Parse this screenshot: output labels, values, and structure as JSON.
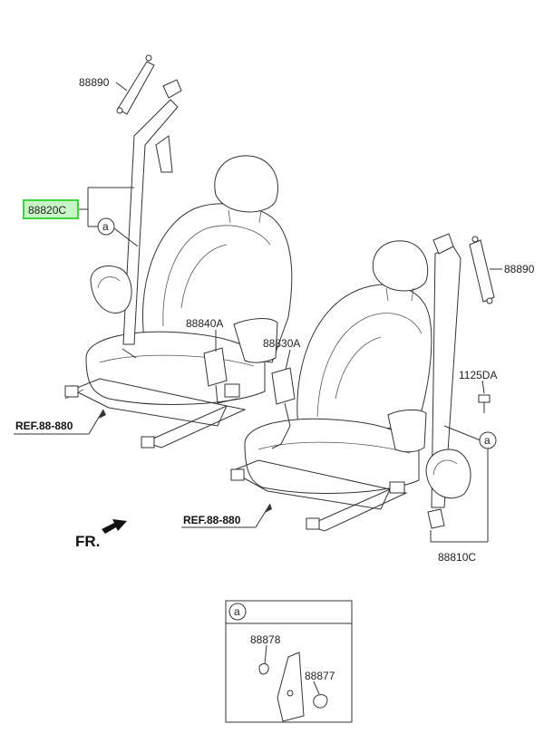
{
  "labels": {
    "p88890_left": "88890",
    "p88820C": "88820C",
    "p88840A": "88840A",
    "p88830A": "88830A",
    "p88890_right": "88890",
    "p1125DA": "1125DA",
    "p88810C": "88810C",
    "ref_left": "REF.88-880",
    "ref_right": "REF.88-880",
    "fr": "FR.",
    "p88878": "88878",
    "p88877": "88877"
  },
  "callouts": {
    "a_left": "a",
    "a_right": "a",
    "a_detail": "a"
  },
  "highlight_color": "#3dd63d",
  "highlight_fill": "#c8f5c8"
}
